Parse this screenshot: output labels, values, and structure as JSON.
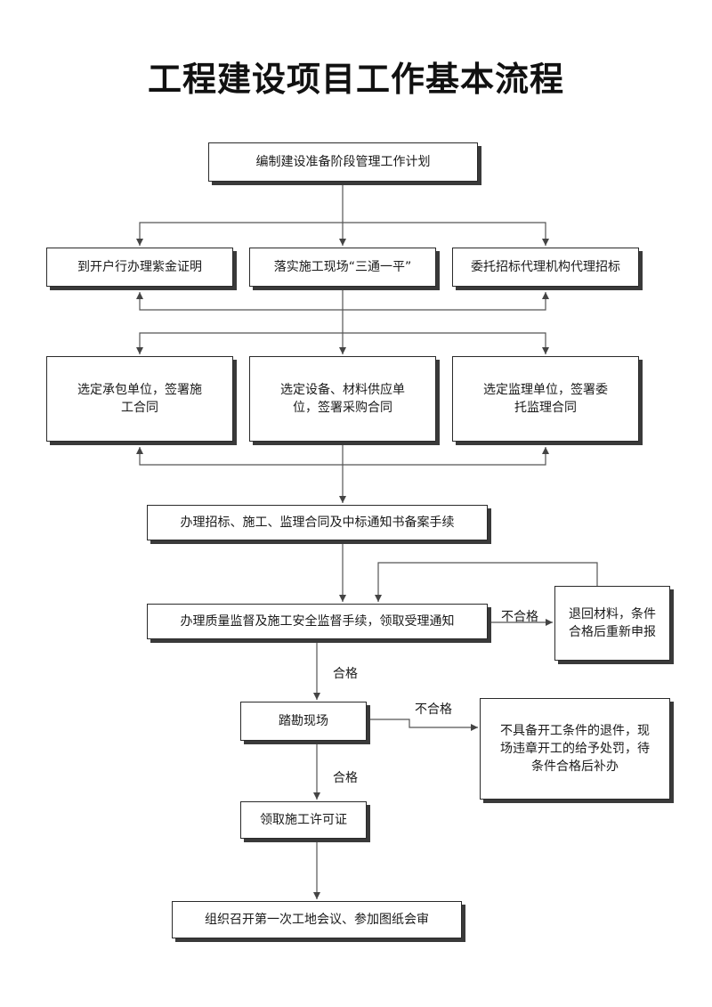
{
  "title": "工程建设项目工作基本流程",
  "nodes": {
    "plan": "编制建设准备阶段管理工作计划",
    "land_cert": "到开户行办理紫金证明",
    "site_prep": "落实施工现场“三通一平”",
    "agent": "委托招标代理机构代理招标",
    "contractor": "选定承包单位，签署施工合同",
    "supplier": "选定设备、材料供应单位，签署采购合同",
    "supervisor": "选定监理单位，签署委托监理合同",
    "filing": "办理招标、施工、监理合同及中标通知书备案手续",
    "quality": "办理质量监督及施工安全监督手续，领取受理通知",
    "return": "退回材料，条件合格后重新申报",
    "survey": "踏勘现场",
    "penalty": "不具备开工条件的退件，现场违章开工的给予处罚，待条件合格后补办",
    "permit": "领取施工许可证",
    "meeting": "组织召开第一次工地会议、参加图纸会审"
  },
  "edge_labels": {
    "fail1": "不合格",
    "pass1": "合格",
    "fail2": "不合格",
    "pass2": "合格"
  },
  "colors": {
    "line": "#555555",
    "border": "#2a2a2a",
    "shadow": "#3a3a3a"
  }
}
